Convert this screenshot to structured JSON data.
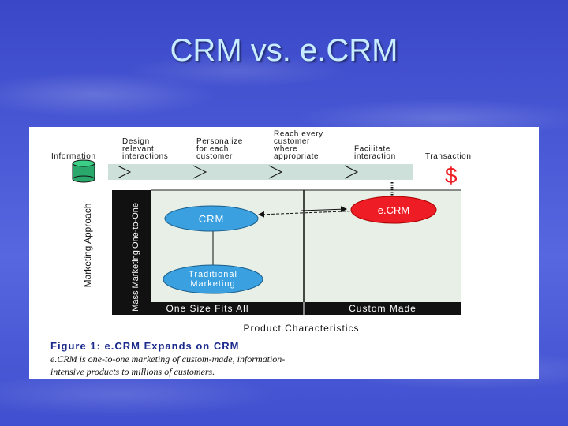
{
  "slide": {
    "title": "CRM vs. e.CRM"
  },
  "figure": {
    "stages": [
      {
        "label": [
          "Information"
        ]
      },
      {
        "label": [
          "Design",
          "relevant",
          "interactions"
        ]
      },
      {
        "label": [
          "Personalize",
          "for each",
          "customer"
        ]
      },
      {
        "label": [
          "Reach every",
          "customer",
          "where",
          "appropriate"
        ]
      },
      {
        "label": [
          "Facilitate",
          "interaction"
        ]
      },
      {
        "label": [
          "Transaction"
        ]
      }
    ],
    "dollar_symbol": "$",
    "y_axis_title": "Marketing Approach",
    "y_top_label": "One-to-One",
    "y_bottom_label": "Mass Marketing",
    "nodes": {
      "crm": "CRM",
      "ecrm": "e.CRM",
      "traditional": [
        "Traditional",
        "Marketing"
      ]
    },
    "x_left_label": "One Size Fits All",
    "x_right_label": "Custom Made",
    "x_axis_title": "Product Characteristics",
    "caption_title": "Figure 1: e.CRM Expands on CRM",
    "caption_lines": [
      "e.CRM is one-to-one marketing of custom-made, information-",
      "intensive products to millions of customers."
    ],
    "colors": {
      "crm": "#3aa0e0",
      "ecrm": "#ee1c24",
      "grid_bg": "#e7efe6",
      "dark": "#111111"
    }
  }
}
